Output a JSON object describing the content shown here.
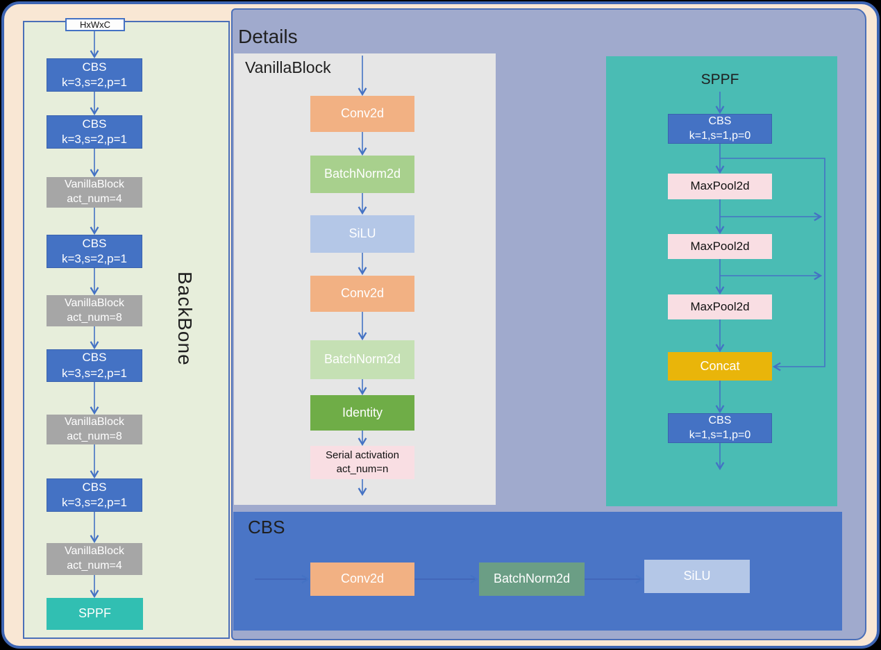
{
  "diagram": {
    "backbone": {
      "title": "BackBone",
      "input_label": "HxWxC",
      "nodes": [
        {
          "label": "CBS",
          "sub": "k=3,s=2,p=1",
          "color": "#4472c4"
        },
        {
          "label": "CBS",
          "sub": "k=3,s=2,p=1",
          "color": "#4472c4"
        },
        {
          "label": "VanillaBlock",
          "sub": "act_num=4",
          "color": "#a6a6a6"
        },
        {
          "label": "CBS",
          "sub": "k=3,s=2,p=1",
          "color": "#4472c4"
        },
        {
          "label": "VanillaBlock",
          "sub": "act_num=8",
          "color": "#a6a6a6"
        },
        {
          "label": "CBS",
          "sub": "k=3,s=2,p=1",
          "color": "#4472c4"
        },
        {
          "label": "VanillaBlock",
          "sub": "act_num=8",
          "color": "#a6a6a6"
        },
        {
          "label": "CBS",
          "sub": "k=3,s=2,p=1",
          "color": "#4472c4"
        },
        {
          "label": "VanillaBlock",
          "sub": "act_num=4",
          "color": "#a6a6a6"
        },
        {
          "label": "SPPF",
          "color": "#31bfb2"
        }
      ]
    },
    "details": {
      "title": "Details",
      "vanilla_block": {
        "title": "VanillaBlock",
        "nodes": [
          {
            "label": "Conv2d",
            "color": "#f2b183"
          },
          {
            "label": "BatchNorm2d",
            "color": "#a8d08d"
          },
          {
            "label": "SiLU",
            "color": "#b4c7e7"
          },
          {
            "label": "Conv2d",
            "color": "#f2b183"
          },
          {
            "label": "BatchNorm2d",
            "color": "#c5e0b4"
          },
          {
            "label": "Identity",
            "color": "#6fad47"
          },
          {
            "label": "Serial activation",
            "sub": "act_num=n",
            "color": "#f9dee3"
          }
        ]
      },
      "sppf": {
        "title": "SPPF",
        "nodes": [
          {
            "label": "CBS",
            "sub": "k=1,s=1,p=0",
            "color": "#4472c4"
          },
          {
            "label": "MaxPool2d",
            "color": "#f9dee3"
          },
          {
            "label": "MaxPool2d",
            "color": "#f9dee3"
          },
          {
            "label": "MaxPool2d",
            "color": "#f9dee3"
          },
          {
            "label": "Concat",
            "color": "#e9b50a"
          },
          {
            "label": "CBS",
            "sub": "k=1,s=1,p=0",
            "color": "#4472c4"
          }
        ]
      },
      "cbs": {
        "title": "CBS",
        "nodes": [
          {
            "label": "Conv2d",
            "color": "#f2b183"
          },
          {
            "label": "BatchNorm2d",
            "color": "#6b9e85"
          },
          {
            "label": "SiLU",
            "color": "#b4c7e7"
          }
        ]
      }
    },
    "colors": {
      "outer_border": "#3d64b2",
      "outer_background": "#f9e7d4",
      "backbone_panel": "#e7eedb",
      "details_panel": "#a0aacd",
      "vanilla_panel": "#e6e6e6",
      "sppf_panel": "#4abcb4",
      "cbs_panel": "#4a75c6",
      "arrow": "#4472c4"
    }
  }
}
